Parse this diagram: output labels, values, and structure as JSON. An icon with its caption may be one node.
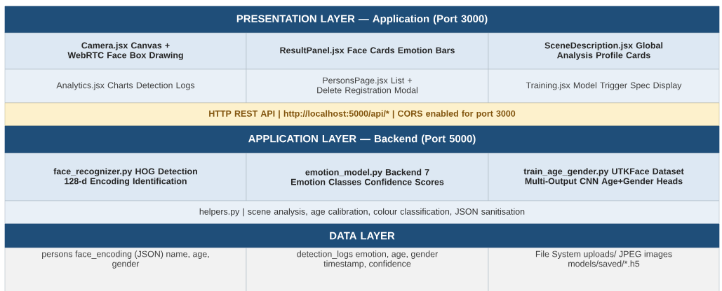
{
  "diagram": {
    "nodes": [
      {
        "text": [
          "PRESENTATION LAYER — Application (Port 3000)"
        ]
      },
      {
        "text": [
          "Camera.jsx Canvas + WebRTC Face Box Drawing"
        ]
      },
      {
        "text": [
          "ResultPanel.jsx Face Cards Emotion Bars"
        ]
      },
      {
        "text": [
          "SceneDescription.jsx Global Analysis Profile Cards"
        ]
      },
      {
        "text": [
          "Analytics.jsx Charts Detection Logs"
        ]
      },
      {
        "text": [
          "PersonsPage.jsx List + Delete Registration Modal"
        ]
      },
      {
        "text": [
          "Training.jsx Model Trigger Spec Display"
        ]
      },
      {
        "text": [
          "HTTP REST API  |  http://localhost:5000/api/*  |  CORS enabled for port 3000"
        ]
      },
      {
        "text": [
          "APPLICATION LAYER — Backend (Port 5000)"
        ]
      },
      {
        "text": [
          "face_recognizer.py HOG Detection 128-d Encoding Identification"
        ]
      },
      {
        "text": [
          "emotion_model.py Backend 7 Emotion Classes Confidence Scores"
        ]
      },
      {
        "text": [
          "train_age_gender.py UTKFace Dataset Multi-Output CNN Age+Gender Heads"
        ]
      },
      {
        "text": [
          "helpers.py  |  scene analysis, age calibration, colour classification, JSON sanitisation"
        ]
      },
      {
        "text": [
          "DATA LAYER"
        ]
      },
      {
        "text": [
          "persons face_encoding (JSON) name, age, gender"
        ]
      },
      {
        "text": [
          "detection_logs emotion, age, gender timestamp, confidence"
        ]
      },
      {
        "text": [
          "File System uploads/ JPEG images models/saved/*.h5"
        ]
      }
    ]
  }
}
